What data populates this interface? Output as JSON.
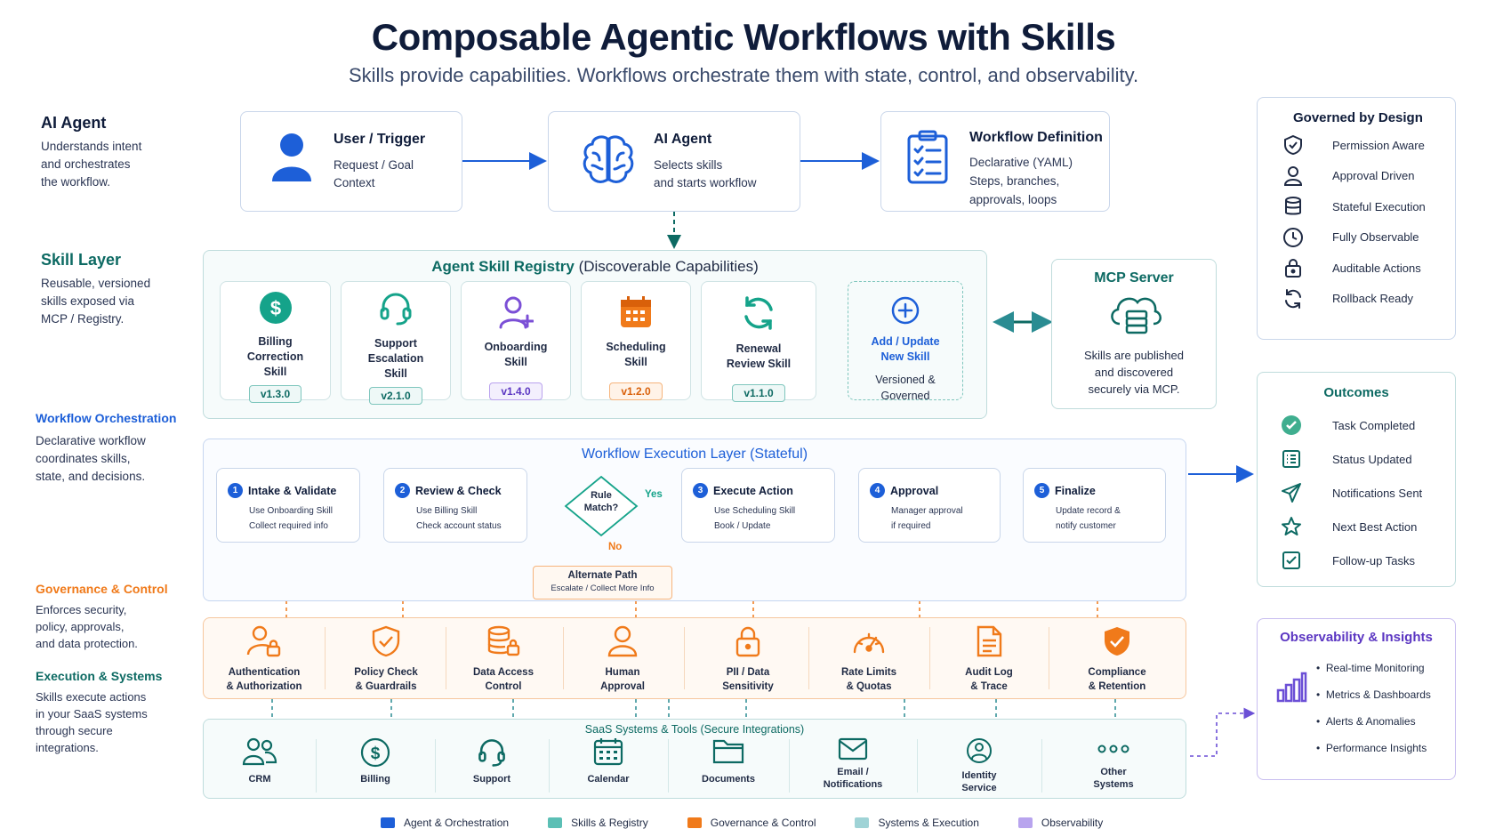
{
  "header": {
    "title": "Composable Agentic Workflows with Skills",
    "subtitle": "Skills provide capabilities. Workflows orchestrate them with state, control, and observability."
  },
  "sidebar": {
    "ai_agent": {
      "title": "AI Agent",
      "text": [
        "Understands intent",
        "and orchestrates",
        "the workflow."
      ]
    },
    "skill_layer": {
      "title": "Skill Layer",
      "text": [
        "Reusable, versioned",
        "skills exposed via",
        "MCP / Registry."
      ]
    },
    "workflow": {
      "title": "Workflow Orchestration",
      "text": [
        "Declarative workflow",
        "coordinates skills,",
        "state, and decisions."
      ]
    },
    "governance": {
      "title": "Governance & Control",
      "text": [
        "Enforces security,",
        "policy, approvals,",
        "and data protection."
      ]
    },
    "execution": {
      "title": "Execution & Systems",
      "text": [
        "Skills execute actions",
        "in your SaaS systems",
        "through secure",
        "integrations."
      ]
    }
  },
  "top": {
    "user": {
      "title": "User / Trigger",
      "lines": [
        "Request / Goal",
        "Context"
      ]
    },
    "agent": {
      "title": "AI Agent",
      "lines": [
        "Selects skills",
        "and starts workflow"
      ]
    },
    "workflow_def": {
      "title": "Workflow Definition",
      "lines": [
        "Declarative (YAML)",
        "Steps, branches,",
        "approvals, loops"
      ]
    }
  },
  "registry": {
    "title": "Agent Skill Registry",
    "title_suffix": "(Discoverable Capabilities)",
    "skills": [
      {
        "l1": "Billing",
        "l2": "Correction",
        "l3": "Skill",
        "version": "v1.3.0",
        "color": "#15a38a"
      },
      {
        "l1": "Support",
        "l2": "Escalation",
        "l3": "Skill",
        "version": "v2.1.0",
        "color": "#15a38a"
      },
      {
        "l1": "Onboarding",
        "l2": "Skill",
        "l3": "",
        "version": "v1.4.0",
        "color": "#7b4fd6"
      },
      {
        "l1": "Scheduling",
        "l2": "Skill",
        "l3": "",
        "version": "v1.2.0",
        "color": "#f07a1a"
      },
      {
        "l1": "Renewal",
        "l2": "Review Skill",
        "l3": "",
        "version": "v1.1.0",
        "color": "#15a38a"
      }
    ],
    "add": {
      "l1": "Add / Update",
      "l2": "New Skill",
      "l3": "Versioned &",
      "l4": "Governed"
    }
  },
  "mcp": {
    "title": "MCP Server",
    "lines": [
      "Skills are published",
      "and discovered",
      "securely via MCP."
    ]
  },
  "governed": {
    "title": "Governed by Design",
    "items": [
      "Permission Aware",
      "Approval Driven",
      "Stateful Execution",
      "Fully Observable",
      "Auditable Actions",
      "Rollback Ready"
    ]
  },
  "outcomes": {
    "title": "Outcomes",
    "items": [
      "Task Completed",
      "Status Updated",
      "Notifications Sent",
      "Next Best Action",
      "Follow-up Tasks"
    ]
  },
  "observability": {
    "title": "Observability & Insights",
    "items": [
      "Real-time Monitoring",
      "Metrics & Dashboards",
      "Alerts & Anomalies",
      "Performance Insights"
    ]
  },
  "execution": {
    "title": "Workflow Execution Layer (Stateful)",
    "steps": [
      {
        "n": "1",
        "title": "Intake & Validate",
        "l1": "Use Onboarding Skill",
        "l2": "Collect required info"
      },
      {
        "n": "2",
        "title": "Review & Check",
        "l1": "Use Billing Skill",
        "l2": "Check account status"
      },
      {
        "n": "3",
        "title": "Execute Action",
        "l1": "Use Scheduling Skill",
        "l2": "Book / Update"
      },
      {
        "n": "4",
        "title": "Approval",
        "l1": "Manager approval",
        "l2": "if required"
      },
      {
        "n": "5",
        "title": "Finalize",
        "l1": "Update record &",
        "l2": "notify customer"
      }
    ],
    "rule": {
      "l1": "Rule",
      "l2": "Match?"
    },
    "yes": "Yes",
    "no": "No",
    "alt": {
      "title": "Alternate Path",
      "sub": "Escalate / Collect More Info"
    }
  },
  "governance": {
    "items": [
      {
        "l1": "Authentication",
        "l2": "& Authorization"
      },
      {
        "l1": "Policy Check",
        "l2": "& Guardrails"
      },
      {
        "l1": "Data Access",
        "l2": "Control"
      },
      {
        "l1": "Human",
        "l2": "Approval"
      },
      {
        "l1": "PII / Data",
        "l2": "Sensitivity"
      },
      {
        "l1": "Rate Limits",
        "l2": "& Quotas"
      },
      {
        "l1": "Audit Log",
        "l2": "& Trace"
      },
      {
        "l1": "Compliance",
        "l2": "& Retention"
      }
    ]
  },
  "systems": {
    "title": "SaaS Systems & Tools (Secure Integrations)",
    "items": [
      {
        "l1": "CRM",
        "l2": ""
      },
      {
        "l1": "Billing",
        "l2": ""
      },
      {
        "l1": "Support",
        "l2": ""
      },
      {
        "l1": "Calendar",
        "l2": ""
      },
      {
        "l1": "Documents",
        "l2": ""
      },
      {
        "l1": "Email /",
        "l2": "Notifications"
      },
      {
        "l1": "Identity",
        "l2": "Service"
      },
      {
        "l1": "Other",
        "l2": "Systems"
      }
    ]
  },
  "legend": [
    {
      "label": "Agent & Orchestration",
      "color": "#1d5fd8"
    },
    {
      "label": "Skills & Registry",
      "color": "#5bbfb5"
    },
    {
      "label": "Governance & Control",
      "color": "#f07a1a"
    },
    {
      "label": "Systems & Execution",
      "color": "#9fd3d6"
    },
    {
      "label": "Observability",
      "color": "#b8a4ee"
    }
  ]
}
